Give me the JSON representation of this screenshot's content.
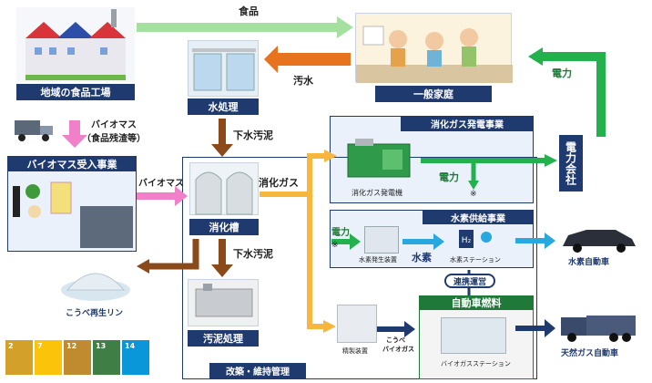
{
  "nodes": {
    "factory": "地域の食品工場",
    "water_treatment": "水処理",
    "household": "一般家庭",
    "biomass_intake": "バイオマス受入事業",
    "digester": "消化槽",
    "sludge": "汚泥処理",
    "phosphorus": "こうべ再生リン",
    "gas_power": "消化ガス発電事業",
    "generator": "消化ガス発電機",
    "power_company": "電力会社",
    "hydrogen": "水素供給事業",
    "h2_generator": "水素発生装置",
    "h2_station": "水素ステーション",
    "fcv": "水素自動車",
    "coop": "連携運営",
    "fuel": "自動車燃料",
    "refinery": "精製装置",
    "biogas_station": "バイオガスステーション",
    "ngv": "天然ガス自動車",
    "maintenance": "改築・維持管理"
  },
  "flows": {
    "food": "食品",
    "wastewater": "汚水",
    "electricity_top": "電力",
    "biomass_line1": "バイオマス",
    "biomass_line2": "（食品残渣等）",
    "biomass": "バイオマス",
    "sewage_sludge_1": "下水汚泥",
    "sewage_sludge_2": "下水汚泥",
    "digestion_gas": "消化ガス",
    "electricity_mid": "電力",
    "electricity_h2": "電力",
    "mark_1": "※",
    "mark_2": "※",
    "hydrogen": "水素",
    "kobe_biogas_1": "こうべ",
    "kobe_biogas_2": "バイオガス"
  },
  "sdgs": [
    {
      "num": "2",
      "color": "#d3a029"
    },
    {
      "num": "7",
      "color": "#fcc30b"
    },
    {
      "num": "12",
      "color": "#bf8b2e"
    },
    {
      "num": "13",
      "color": "#3f7e44"
    },
    {
      "num": "14",
      "color": "#0a97d9"
    }
  ],
  "colors": {
    "navy": "#1f3a6e",
    "green": "#1f7a3a",
    "food_arrow": "#a6e0a0",
    "brown": "#8b4a1a",
    "orange": "#f6b73c",
    "power_green": "#22b14c",
    "blue": "#29a8e0",
    "pink": "#f080c8"
  }
}
